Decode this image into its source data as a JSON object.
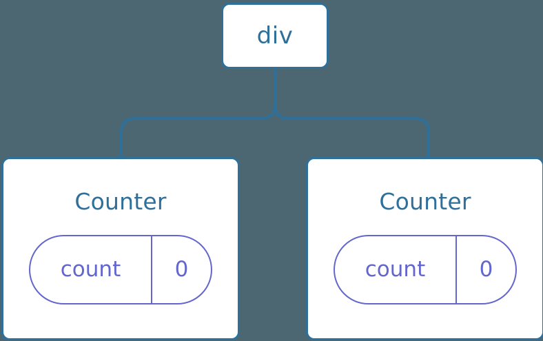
{
  "diagram": {
    "type": "component-tree",
    "background_color": "#4c6771",
    "node_border_color": "#2e7099",
    "node_fill_color": "#ffffff",
    "edge_color": "#2e7099",
    "state_pill_color": "#6366cc",
    "root": {
      "label": "div"
    },
    "children": [
      {
        "title": "Counter",
        "state": {
          "key": "count",
          "value": "0"
        }
      },
      {
        "title": "Counter",
        "state": {
          "key": "count",
          "value": "0"
        }
      }
    ]
  }
}
